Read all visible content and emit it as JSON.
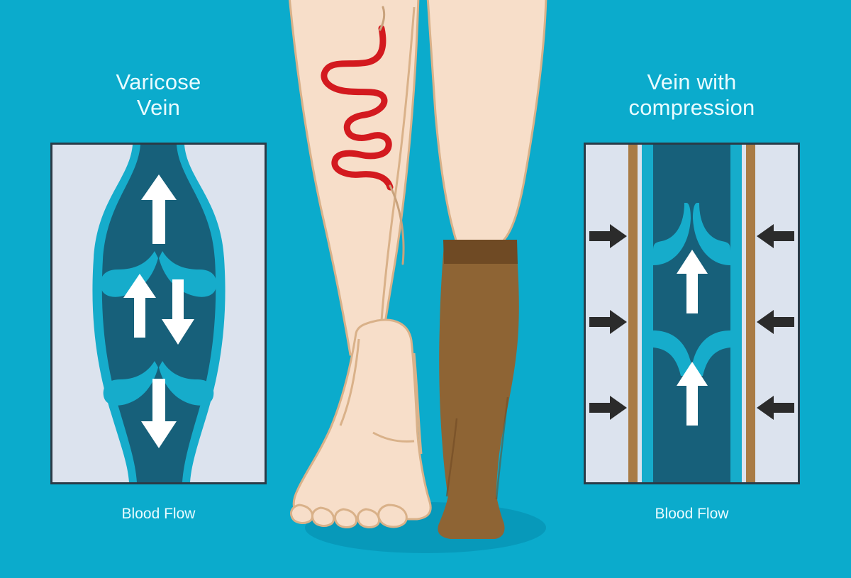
{
  "illustration": {
    "title_semantic": "varicose-vein-vs-compression-comparison",
    "background_color": "#0BABCC"
  },
  "left_panel": {
    "title": "Varicose\nVein",
    "caption": "Blood Flow",
    "tissue_color": "#DCE3EE",
    "border_color": "#2A3B47",
    "vein_wall_color": "#16ACCB",
    "vein_lumen_color": "#17607A",
    "arrow_color": "#FFFFFF",
    "valves": [
      {
        "position": "upper",
        "state": "incompetent",
        "note": "cusps fail to close"
      },
      {
        "position": "lower",
        "state": "incompetent",
        "note": "cusps fail to close"
      }
    ],
    "flow_arrows": [
      {
        "id": "top-up",
        "direction": "up",
        "meaning": "forward flow"
      },
      {
        "id": "mid-up",
        "direction": "up",
        "meaning": "forward flow"
      },
      {
        "id": "mid-down",
        "direction": "down",
        "meaning": "reflux backflow"
      },
      {
        "id": "bottom-down",
        "direction": "down",
        "meaning": "reflux backflow"
      }
    ]
  },
  "right_panel": {
    "title": "Vein with\ncompression",
    "caption": "Blood Flow",
    "tissue_color": "#DCE3EE",
    "border_color": "#2A3B47",
    "vein_wall_color": "#16ACCB",
    "vein_lumen_color": "#17607A",
    "stocking_band_color": "#A97B45",
    "compression_arrow_color": "#2B2B2B",
    "arrow_color": "#FFFFFF",
    "valves": [
      {
        "position": "upper",
        "state": "competent",
        "note": "cusps closed by compression"
      },
      {
        "position": "lower",
        "state": "competent",
        "note": "cusps closed by compression"
      }
    ],
    "flow_arrows": [
      {
        "id": "upper-up",
        "direction": "up",
        "meaning": "forward flow"
      },
      {
        "id": "lower-up",
        "direction": "up",
        "meaning": "forward flow"
      }
    ],
    "compression_arrows": [
      {
        "id": "row-1-left",
        "direction": "right"
      },
      {
        "id": "row-1-right",
        "direction": "left"
      },
      {
        "id": "row-2-left",
        "direction": "right"
      },
      {
        "id": "row-2-right",
        "direction": "left"
      },
      {
        "id": "row-3-left",
        "direction": "right"
      },
      {
        "id": "row-3-right",
        "direction": "left"
      }
    ]
  },
  "center_figure": {
    "description": "pair-of-lower-legs",
    "skin_color": "#F7DEC9",
    "skin_outline_color": "#D9B189",
    "varicose_vein_color": "#D31A1F",
    "stocking_color": "#8E6434",
    "stocking_band_color": "#6F4A24",
    "shadow_color": "#0894B4",
    "left_leg": {
      "label": "bare-leg-with-varicose-veins",
      "has_varicose_vein": true
    },
    "right_leg": {
      "label": "leg-with-compression-stocking",
      "has_stocking": true
    }
  }
}
